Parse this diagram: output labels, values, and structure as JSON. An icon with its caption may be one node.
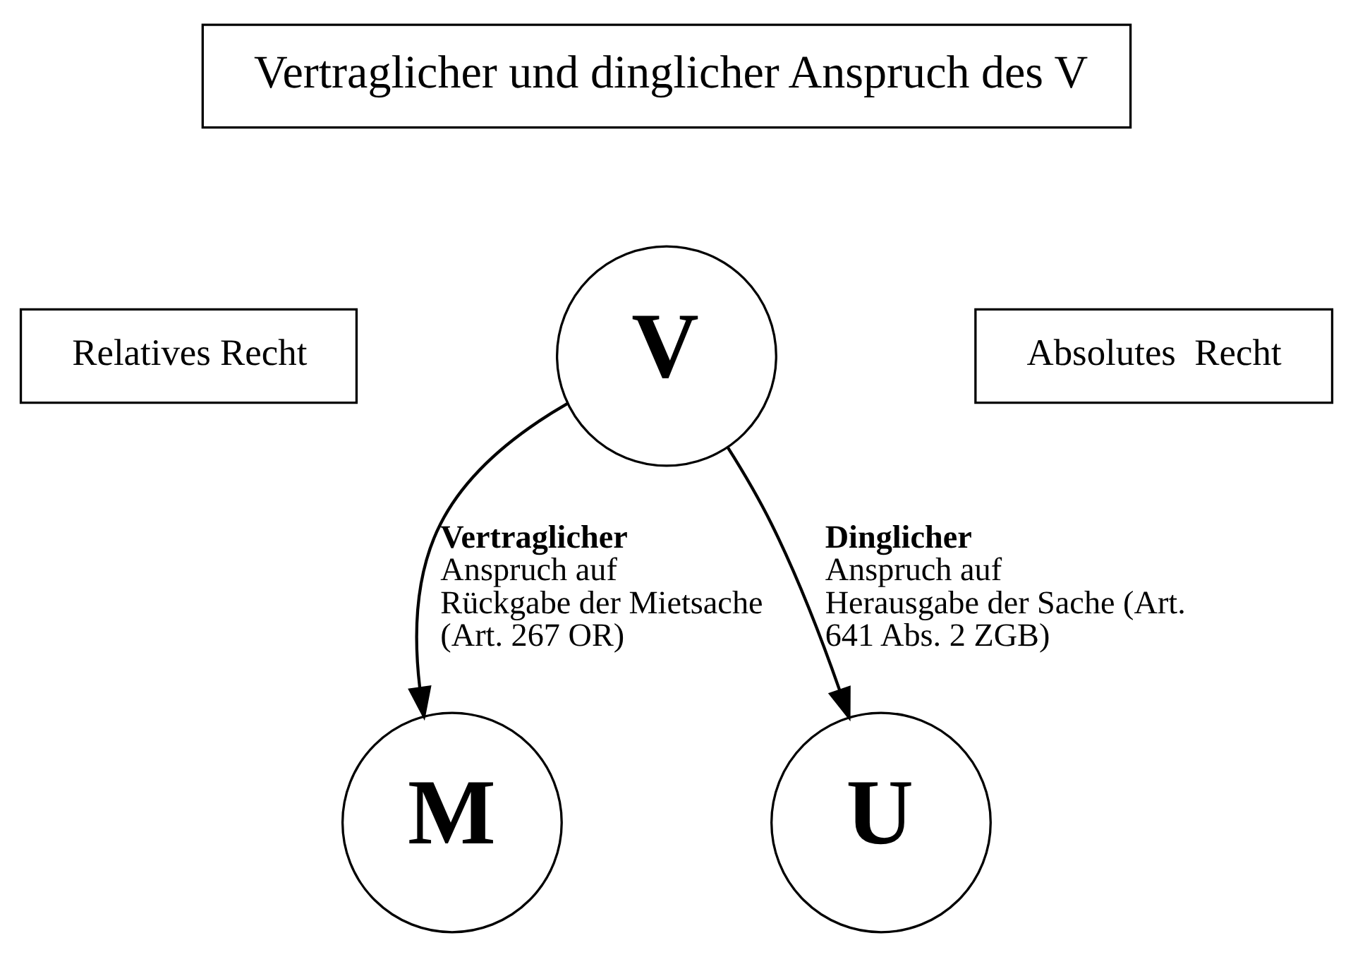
{
  "diagram": {
    "nodes": [
      {
        "text": [
          "Vertraglicher und dinglicher Anspruch des V"
        ]
      },
      {
        "text": [
          "Relatives Recht"
        ]
      },
      {
        "text": [
          "V"
        ]
      },
      {
        "text": [
          "Absolutes  Recht"
        ]
      },
      {
        "text": [
          "M"
        ]
      },
      {
        "text": [
          "U"
        ]
      }
    ],
    "edges": [
      {
        "from": 2,
        "to": 4,
        "arrow": "to",
        "label": "**Vertraglicher** Anspruch auf Rückgabe der Mietsache (Art. 267 OR)"
      },
      {
        "from": 2,
        "to": 5,
        "arrow": "to",
        "label": "**Dinglicher** Anspruch auf Herausgabe der Sache (Art. 641 Abs. 2 ZGB)"
      }
    ]
  }
}
